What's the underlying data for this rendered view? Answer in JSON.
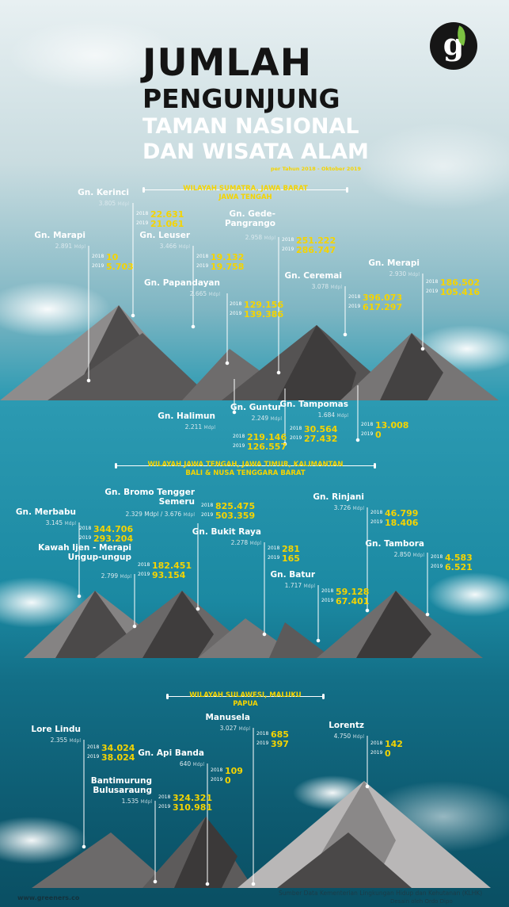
{
  "header": {
    "title_line1": "JUMLAH",
    "title_line2": "PENGUNJUNG",
    "title_line3": "TAMAN NASIONAL",
    "title_line4": "DAN WISATA ALAM",
    "period": "per Tahun 2018 - Oktober 2019",
    "logo_letter": "g"
  },
  "footer": {
    "website": "www.greeners.co",
    "source_label": "Sumber Data",
    "source": "Kementerian Lingkungan Hidup dan Kehutanan (KLHK)",
    "designer_label": "Desain oleh",
    "designer": "Ordo Dipo"
  },
  "colors": {
    "sky": "#e4eef0",
    "sea": "#1d8ea6",
    "deep_sea": "#0b5c73",
    "value_yellow": "#f5d400",
    "mountain_dark": "#4a4848",
    "mountain_mid": "#7a7878",
    "mountain_light": "#b8b6b6"
  },
  "chart_data": {
    "type": "table",
    "unit_elevation": "Mdpl",
    "year_labels": [
      "2018",
      "2019"
    ],
    "regions": [
      {
        "name_line1": "WILAYAH SUMATRA, JAWA BARAT",
        "name_line2": "JAWA TENGAH",
        "mountains": [
          {
            "name": "Gn. Kerinci",
            "elevation": "3.805",
            "v2018": "22.631",
            "v2019": "21.061"
          },
          {
            "name": "Gn. Marapi",
            "elevation": "2.891",
            "v2018": "10",
            "v2019": "5.703"
          },
          {
            "name": "Gn. Leuser",
            "elevation": "3.466",
            "v2018": "19.132",
            "v2019": "19.758"
          },
          {
            "name": "Gn. Gede-Pangrango",
            "elevation": "2.958",
            "v2018": "251.222",
            "v2019": "286.747"
          },
          {
            "name": "Gn. Papandayan",
            "elevation": "2.665",
            "v2018": "129.156",
            "v2019": "139.386"
          },
          {
            "name": "Gn. Ceremai",
            "elevation": "3.078",
            "v2018": "396.073",
            "v2019": "617.297"
          },
          {
            "name": "Gn. Merapi",
            "elevation": "2.930",
            "v2018": "186.502",
            "v2019": "105.416"
          },
          {
            "name": "Gn. Halimun",
            "elevation": "2.211",
            "v2018": "219.146",
            "v2019": "126.557"
          },
          {
            "name": "Gn. Guntur",
            "elevation": "2.249",
            "v2018": "30.564",
            "v2019": "27.432"
          },
          {
            "name": "Gn. Tampomas",
            "elevation": "1.684",
            "v2018": "13.008",
            "v2019": "0"
          }
        ]
      },
      {
        "name_line1": "WILAYAH JAWA TENGAH, JAWA TIMUR, KALIMANTAN",
        "name_line2": "BALI & NUSA TENGGARA BARAT",
        "mountains": [
          {
            "name": "Gn. Merbabu",
            "elevation": "3.145",
            "v2018": "344.706",
            "v2019": "293.204"
          },
          {
            "name": "Gn. Bromo Tengger Semeru",
            "elevation": "2.329 Mdpl / 3.676",
            "v2018": "825.475",
            "v2019": "503.359"
          },
          {
            "name": "Kawah Ijen - Merapi Ungup-ungup",
            "elevation": "2.799",
            "v2018": "182.451",
            "v2019": "93.154"
          },
          {
            "name": "Gn. Bukit Raya",
            "elevation": "2.278",
            "v2018": "281",
            "v2019": "165"
          },
          {
            "name": "Gn. Batur",
            "elevation": "1.717",
            "v2018": "59.128",
            "v2019": "67.401"
          },
          {
            "name": "Gn. Rinjani",
            "elevation": "3.726",
            "v2018": "46.799",
            "v2019": "18.406"
          },
          {
            "name": "Gn. Tambora",
            "elevation": "2.850",
            "v2018": "4.583",
            "v2019": "6.521"
          }
        ]
      },
      {
        "name_line1": "WILAYAH SULAWESI, MALUKU",
        "name_line2": "PAPUA",
        "mountains": [
          {
            "name": "Lore Lindu",
            "elevation": "2.355",
            "v2018": "34.024",
            "v2019": "38.024"
          },
          {
            "name": "Manusela",
            "elevation": "3.027",
            "v2018": "685",
            "v2019": "397"
          },
          {
            "name": "Lorentz",
            "elevation": "4.750",
            "v2018": "142",
            "v2019": "0"
          },
          {
            "name": "Gn. Api Banda",
            "elevation": "640",
            "v2018": "109",
            "v2019": "0"
          },
          {
            "name": "Bantimurung Bulusaraung",
            "elevation": "1.535",
            "v2018": "324.321",
            "v2019": "310.981"
          }
        ]
      }
    ]
  }
}
